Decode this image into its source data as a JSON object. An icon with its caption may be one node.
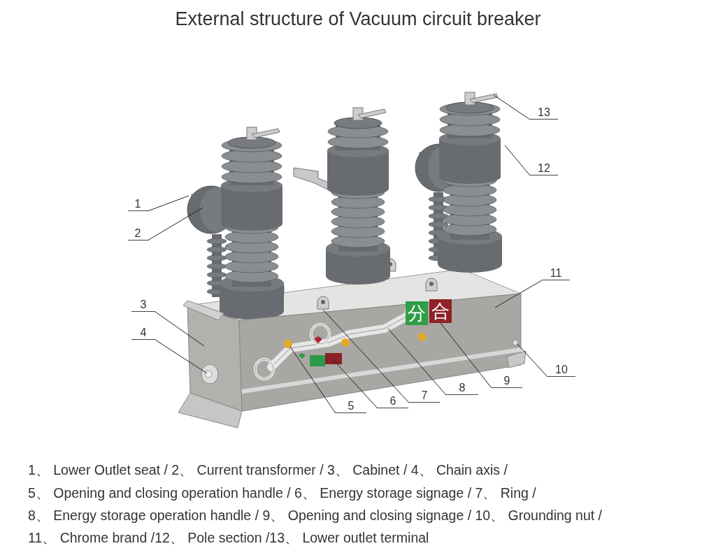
{
  "diagram": {
    "title": "External structure of Vacuum circuit breaker",
    "nodes": [
      {
        "text": [
          "1"
        ]
      },
      {
        "text": [
          "2"
        ]
      },
      {
        "text": [
          "3"
        ]
      },
      {
        "text": [
          "4"
        ]
      },
      {
        "text": [
          "5"
        ]
      },
      {
        "text": [
          "6"
        ]
      },
      {
        "text": [
          "7"
        ]
      },
      {
        "text": [
          "8"
        ]
      },
      {
        "text": [
          "9"
        ]
      },
      {
        "text": [
          "10"
        ]
      },
      {
        "text": [
          "11"
        ]
      },
      {
        "text": [
          "12"
        ]
      },
      {
        "text": [
          "13"
        ]
      },
      {
        "text": [
          "分"
        ]
      },
      {
        "text": [
          "合"
        ]
      },
      {
        "text": [],
        "shape": "ring"
      }
    ],
    "edges": [
      {
        "from": 0,
        "to": null,
        "arrow": "none"
      },
      {
        "from": 1,
        "to": null,
        "arrow": "none"
      },
      {
        "from": 2,
        "to": null,
        "arrow": "none"
      },
      {
        "from": 3,
        "to": null,
        "arrow": "none"
      },
      {
        "from": 4,
        "to": null,
        "arrow": "none"
      },
      {
        "from": 5,
        "to": null,
        "arrow": "none"
      },
      {
        "from": 6,
        "to": 15,
        "arrow": "none"
      },
      {
        "from": 7,
        "to": null,
        "arrow": "none"
      },
      {
        "from": 8,
        "to": 14,
        "arrow": "none"
      },
      {
        "from": 9,
        "to": null,
        "arrow": "none"
      },
      {
        "from": 10,
        "to": null,
        "arrow": "none"
      },
      {
        "from": 11,
        "to": null,
        "arrow": "none"
      },
      {
        "from": 12,
        "to": null,
        "arrow": "none"
      }
    ],
    "labels": [
      "1、 Lower Outlet seat / 2、 Current transformer / 3、 Cabinet / 4、 Chain axis /",
      "5、 Opening and closing operation handle / 6、 Energy storage signage / 7、 Ring /",
      "8、 Energy storage operation handle / 9、 Opening and closing signage / 10、 Grounding nut /",
      "11、 Chrome brand /12、 Pole section /13、 Lower outlet terminal"
    ]
  }
}
